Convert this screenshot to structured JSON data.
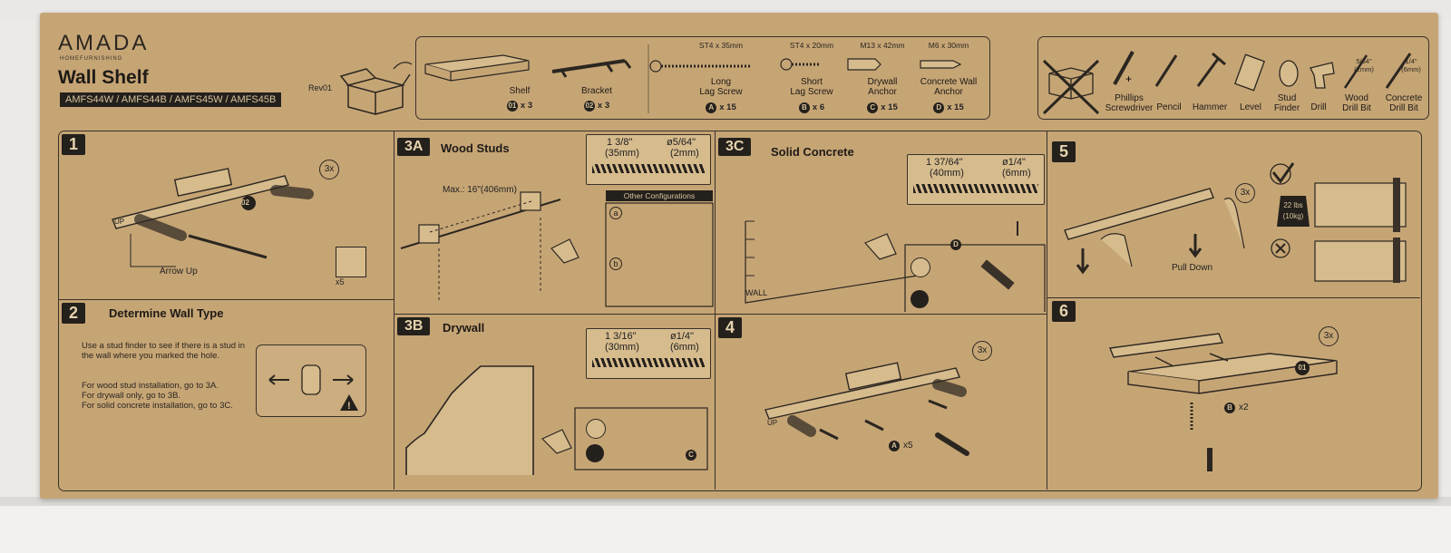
{
  "brand": {
    "logo": "AMADA",
    "tagline": "HOMEFURNISHING"
  },
  "title": "Wall Shelf",
  "revision": "Rev01",
  "models": "AMFS44W / AMFS44B / AMFS45W / AMFS45B",
  "parts": [
    {
      "name": "Shelf",
      "id": "01",
      "qty": "x 3"
    },
    {
      "name": "Bracket",
      "id": "02",
      "qty": "x 3"
    },
    {
      "spec": "ST4 x 35mm",
      "name": "Long\nLag Screw",
      "id": "A",
      "qty": "x 15"
    },
    {
      "spec": "ST4 x 20mm",
      "name": "Short\nLag Screw",
      "id": "B",
      "qty": "x 6"
    },
    {
      "spec": "M13 x 42mm",
      "name": "Drywall\nAnchor",
      "id": "C",
      "qty": "x 15"
    },
    {
      "spec": "M6 x 30mm",
      "name": "Concrete Wall\nAnchor",
      "id": "D",
      "qty": "x 15"
    }
  ],
  "tools": [
    {
      "name": "Phillips\nScrewdriver"
    },
    {
      "name": "Pencil"
    },
    {
      "name": "Hammer"
    },
    {
      "name": "Level"
    },
    {
      "name": "Stud\nFinder"
    },
    {
      "name": "Drill"
    },
    {
      "spec": "5/64\"\n(2mm)",
      "name": "Wood\nDrill Bit"
    },
    {
      "spec": "1/4\"\n(6mm)",
      "name": "Concrete\nDrill Bit"
    }
  ],
  "step1": {
    "num": "1",
    "count": "3x",
    "label": "Arrow Up",
    "tag": "02",
    "up": "UP",
    "x5": "x5"
  },
  "step2": {
    "num": "2",
    "title": "Determine Wall Type",
    "text1": "Use a stud finder to see if there is a stud in the wall where you marked the hole.",
    "text2": "For wood stud installation, go to 3A.\nFor drywall only, go to 3B.\nFor solid concrete installation, go to 3C."
  },
  "step3A": {
    "num": "3A",
    "title": "Wood Studs",
    "max": "Max.: 16\"(406mm)",
    "depth": "1 3/8\"",
    "depth_mm": "(35mm)",
    "dia": "ø5/64\"",
    "dia_mm": "(2mm)",
    "other": "Other Configurations",
    "a": "a",
    "b": "b"
  },
  "step3B": {
    "num": "3B",
    "title": "Drywall",
    "depth": "1 3/16\"",
    "depth_mm": "(30mm)",
    "dia": "ø1/4\"",
    "dia_mm": "(6mm)",
    "tag": "C"
  },
  "step3C": {
    "num": "3C",
    "title": "Solid Concrete",
    "depth": "1 37/64\"",
    "depth_mm": "(40mm)",
    "dia": "ø1/4\"",
    "dia_mm": "(6mm)",
    "wall": "WALL",
    "tag": "D"
  },
  "step4": {
    "num": "4",
    "count": "3x",
    "screw": "A",
    "qty": "x5",
    "up": "UP"
  },
  "step5": {
    "num": "5",
    "count": "3x",
    "pull": "Pull Down",
    "weight": "22 lbs",
    "weight_kg": "(10kg)"
  },
  "step6": {
    "num": "6",
    "count": "3x",
    "tag": "01",
    "screw": "B",
    "qty": "x2"
  }
}
